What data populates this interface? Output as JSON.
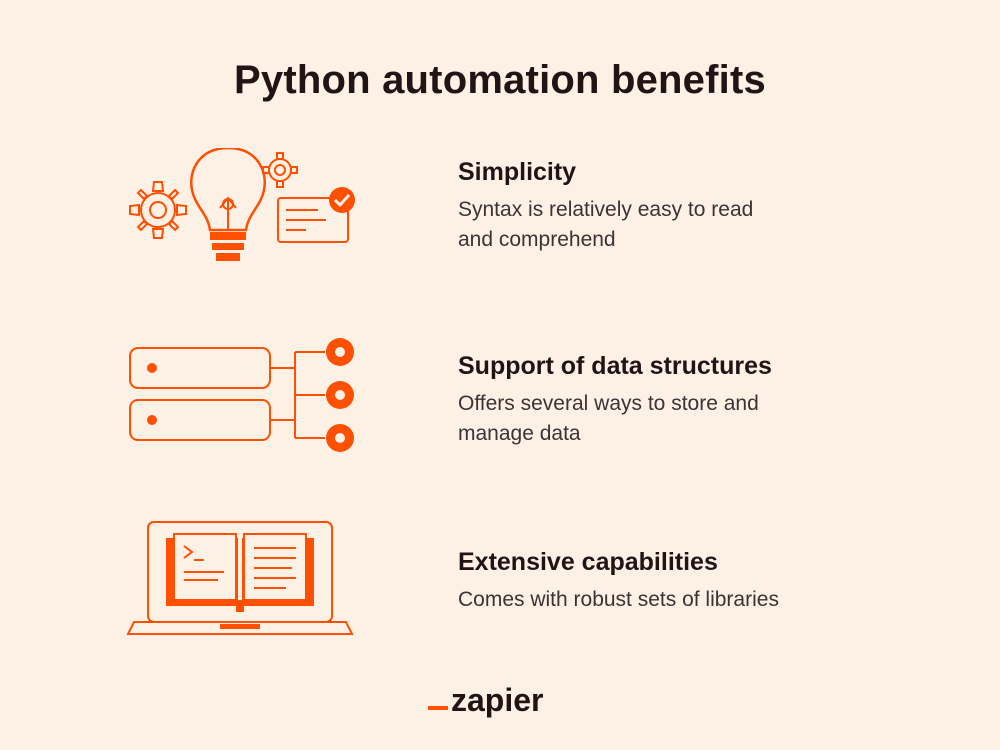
{
  "title": "Python automation benefits",
  "accent_color": "#ff4f00",
  "benefits": [
    {
      "icon": "lightbulb-gears-checklist-icon",
      "heading": "Simplicity",
      "line1": "Syntax is relatively easy to read",
      "line2": "and comprehend"
    },
    {
      "icon": "data-structure-tree-icon",
      "heading": "Support of data structures",
      "line1": "Offers several ways to store and",
      "line2": "manage data"
    },
    {
      "icon": "laptop-book-icon",
      "heading": "Extensive capabilities",
      "line1": "Comes with robust sets of libraries",
      "line2": ""
    }
  ],
  "brand": {
    "name": "zapier"
  }
}
